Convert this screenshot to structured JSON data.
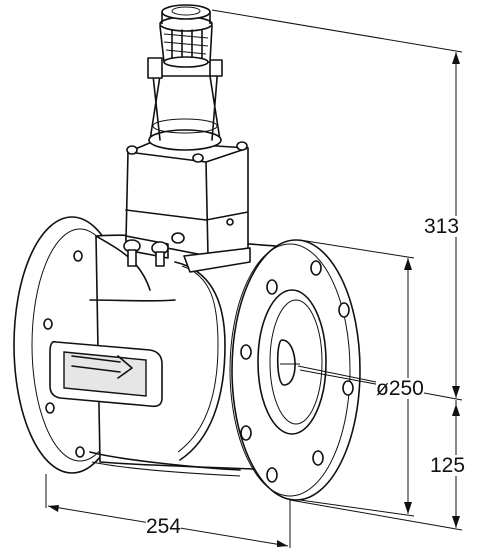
{
  "dimensions": {
    "height_total": "313",
    "flange_diameter": "ø250",
    "axis_height": "125",
    "length": "254"
  }
}
